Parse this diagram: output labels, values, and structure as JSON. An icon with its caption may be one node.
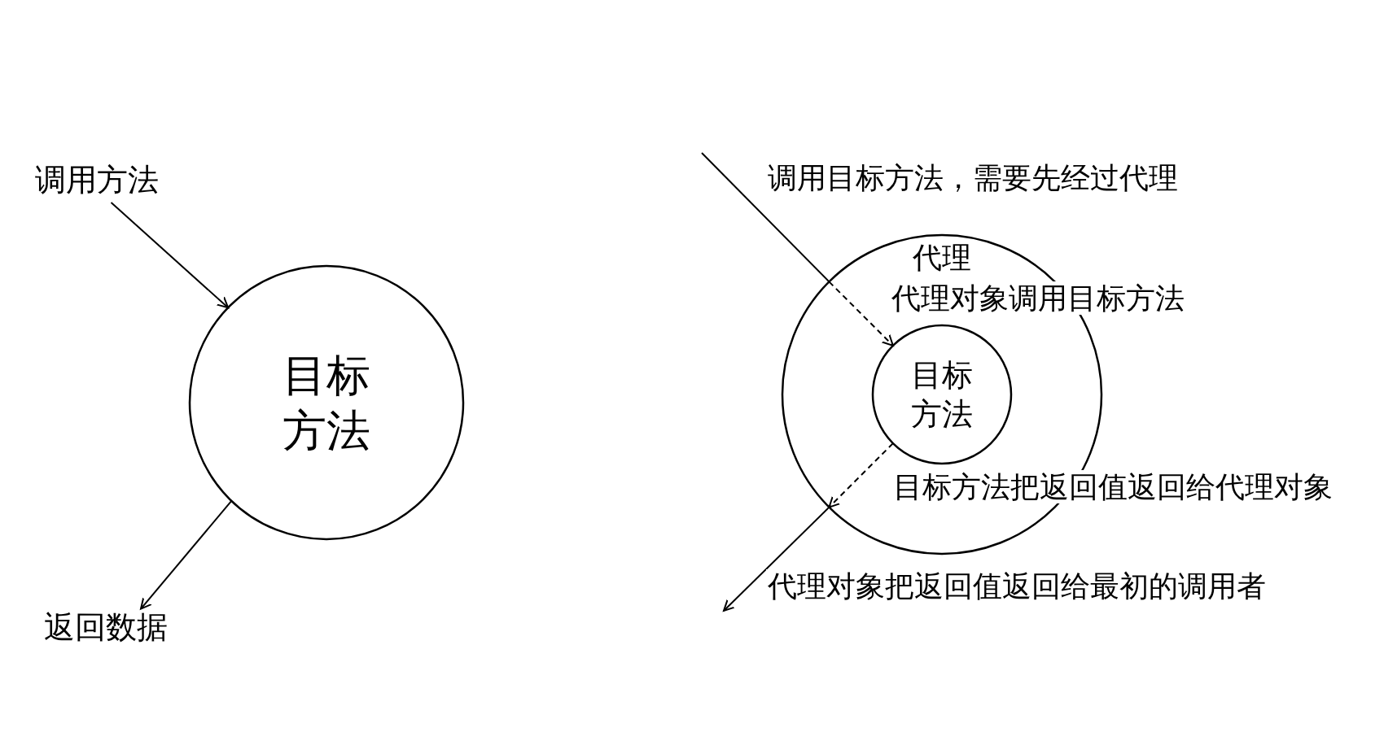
{
  "diagram": {
    "nodes": [
      {
        "text": [
          "调用方法"
        ]
      },
      {
        "text": [
          "目标方法"
        ]
      },
      {
        "text": [
          "返回数据"
        ]
      },
      {
        "text": [
          "代理"
        ]
      },
      {
        "text": [
          "目标方法"
        ],
        "in": 3
      }
    ],
    "edges": [
      {
        "from": 0,
        "to": 1,
        "arrow": "to"
      },
      {
        "from": 1,
        "to": 2,
        "arrow": "to"
      },
      {
        "from": null,
        "to": 3,
        "arrow": "none",
        "label": "调用目标方法，需要先经过代理"
      },
      {
        "from": 3,
        "to": 4,
        "arrow": "to",
        "style": "dashed",
        "label": "代理对象调用目标方法"
      },
      {
        "from": 4,
        "to": 3,
        "arrow": "to",
        "style": "dashed",
        "label": "目标方法把返回值返回给代理对象"
      },
      {
        "from": 3,
        "to": null,
        "arrow": "to",
        "label": "代理对象把返回值返回给最初的调用者"
      }
    ]
  }
}
